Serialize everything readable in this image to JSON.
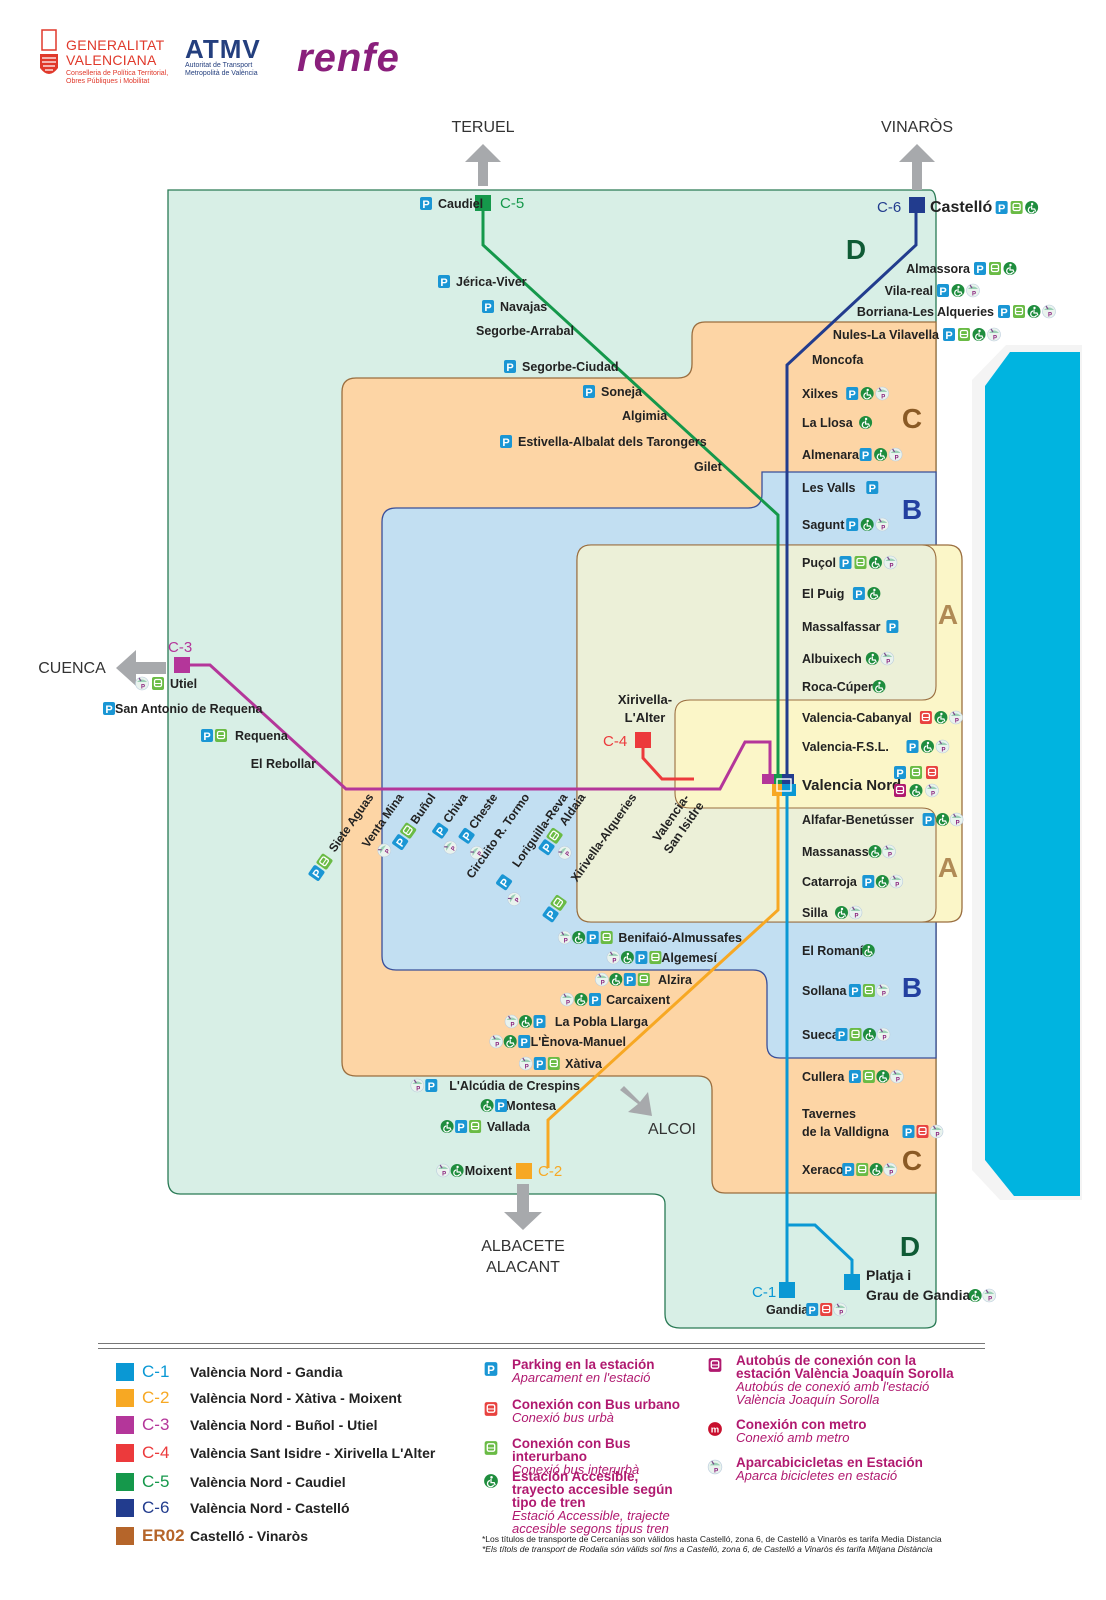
{
  "header": {
    "generalitat": {
      "title_line1": "GENERALITAT",
      "title_line2": "VALENCIANA",
      "sub": "Conselleria de Política Territorial, Obres Públiques i Mobilitat"
    },
    "atmv": {
      "title": "ATMV",
      "sub_line1": "Autoritat de Transport",
      "sub_line2": "Metropolità de València"
    },
    "renfe": {
      "title": "renfe"
    }
  },
  "destinations": {
    "teruel": "TERUEL",
    "vinaros": "VINARÒS",
    "cuenca": "CUENCA",
    "alcoi": "ALCOI",
    "albacete": "ALBACETE",
    "alacant": "ALACANT"
  },
  "zones": {
    "A": "A",
    "B": "B",
    "C": "C",
    "D": "D"
  },
  "lines": {
    "C1": {
      "code": "C-1",
      "color": "#0a98d4",
      "route": "València Nord - Gandia"
    },
    "C2": {
      "code": "C-2",
      "color": "#f7a823",
      "route": "València Nord - Xàtiva - Moixent"
    },
    "C3": {
      "code": "C-3",
      "color": "#b4369a",
      "route": "València Nord - Buñol - Utiel"
    },
    "C4": {
      "code": "C-4",
      "color": "#ec3a3c",
      "route": "València Sant Isidre - Xirivella L'Alter"
    },
    "C5": {
      "code": "C-5",
      "color": "#15984b",
      "route": "València Nord - Caudiel"
    },
    "C6": {
      "code": "C-6",
      "color": "#223c8e",
      "route": "València Nord - Castelló"
    },
    "ER02": {
      "code": "ER02",
      "color": "#b5652a",
      "route": "Castelló - Vinaròs"
    }
  },
  "stations": {
    "c5": [
      {
        "name": "Caudiel",
        "services": [
          "P"
        ]
      },
      {
        "name": "Jérica-Viver",
        "services": [
          "P"
        ]
      },
      {
        "name": "Navajas",
        "services": [
          "P"
        ]
      },
      {
        "name": "Segorbe-Arrabal",
        "services": []
      },
      {
        "name": "Segorbe-Ciudad",
        "services": [
          "P"
        ]
      },
      {
        "name": "Soneja",
        "services": [
          "P"
        ]
      },
      {
        "name": "Algimia",
        "services": []
      },
      {
        "name": "Estivella-Albalat dels Tarongers",
        "services": [
          "P"
        ]
      },
      {
        "name": "Gilet",
        "services": []
      }
    ],
    "c6": [
      {
        "name": "Castelló",
        "services": [
          "P",
          "BI",
          "ACC"
        ]
      },
      {
        "name": "Almassora",
        "services": [
          "P",
          "BI",
          "ACC"
        ]
      },
      {
        "name": "Vila-real",
        "services": [
          "P",
          "ACC",
          "BIKE"
        ]
      },
      {
        "name": "Borriana-Les Alqueries",
        "services": [
          "P",
          "BI",
          "ACC",
          "BIKE"
        ]
      },
      {
        "name": "Nules-La Vilavella",
        "services": [
          "P",
          "BI",
          "ACC",
          "BIKE"
        ]
      },
      {
        "name": "Moncofa",
        "services": []
      },
      {
        "name": "Xilxes",
        "services": [
          "P",
          "ACC",
          "BIKE"
        ]
      },
      {
        "name": "La Llosa",
        "services": [
          "ACC"
        ]
      },
      {
        "name": "Almenara",
        "services": [
          "P",
          "ACC",
          "BIKE"
        ]
      },
      {
        "name": "Les Valls",
        "services": [
          "P"
        ]
      },
      {
        "name": "Sagunt",
        "services": [
          "P",
          "ACC",
          "BIKE"
        ]
      },
      {
        "name": "Puçol",
        "services": [
          "P",
          "BI",
          "ACC",
          "BIKE"
        ]
      },
      {
        "name": "El Puig",
        "services": [
          "P",
          "ACC"
        ]
      },
      {
        "name": "Massalfassar",
        "services": [
          "P"
        ]
      },
      {
        "name": "Albuixech",
        "services": [
          "ACC",
          "BIKE"
        ]
      },
      {
        "name": "Roca-Cúper",
        "services": [
          "ACC"
        ]
      },
      {
        "name": "Valencia-Cabanyal",
        "services": [
          "BU",
          "ACC",
          "BIKE"
        ]
      },
      {
        "name": "Valencia-F.S.L.",
        "services": [
          "P",
          "ACC",
          "BIKE"
        ]
      }
    ],
    "valencia_nord": {
      "name": "Valencia Nord",
      "services": [
        "P",
        "BI",
        "BU",
        "BJS",
        "ACC",
        "BIKE"
      ]
    },
    "c1": [
      {
        "name": "Alfafar-Benetússer",
        "services": [
          "P",
          "ACC",
          "BIKE"
        ]
      },
      {
        "name": "Massanassa",
        "services": [
          "ACC",
          "BIKE"
        ]
      },
      {
        "name": "Catarroja",
        "services": [
          "P",
          "ACC",
          "BIKE"
        ]
      },
      {
        "name": "Silla",
        "services": [
          "ACC",
          "BIKE"
        ]
      },
      {
        "name": "El Romaní",
        "services": [
          "ACC"
        ]
      },
      {
        "name": "Sollana",
        "services": [
          "P",
          "BI",
          "BIKE"
        ]
      },
      {
        "name": "Sueca",
        "services": [
          "P",
          "BI",
          "ACC",
          "BIKE"
        ]
      },
      {
        "name": "Cullera",
        "services": [
          "P",
          "BI",
          "ACC",
          "BIKE"
        ]
      },
      {
        "name": "Tavernes de la Valldigna",
        "line1": "Tavernes",
        "line2": "de la Valldigna",
        "services": [
          "P",
          "BU",
          "BIKE"
        ]
      },
      {
        "name": "Xeraco",
        "services": [
          "P",
          "BI",
          "ACC",
          "BIKE"
        ]
      },
      {
        "name": "Platja i Grau de Gandia",
        "line1": "Platja i",
        "line2": "Grau de Gandia",
        "services": [
          "ACC",
          "BIKE"
        ]
      },
      {
        "name": "Gandia",
        "services": [
          "P",
          "BU",
          "BIKE"
        ]
      }
    ],
    "c2": [
      {
        "name": "Benifaió-Almussafes",
        "services": [
          "BIKE",
          "ACC",
          "P",
          "BI"
        ]
      },
      {
        "name": "Algemesí",
        "services": [
          "BIKE",
          "ACC",
          "P",
          "BI"
        ]
      },
      {
        "name": "Alzira",
        "services": [
          "BIKE",
          "ACC",
          "P",
          "BI"
        ]
      },
      {
        "name": "Carcaixent",
        "services": [
          "BIKE",
          "ACC",
          "P"
        ]
      },
      {
        "name": "La Pobla Llarga",
        "services": [
          "BIKE",
          "ACC",
          "P"
        ]
      },
      {
        "name": "L'Ènova-Manuel",
        "services": [
          "BIKE",
          "ACC",
          "P"
        ]
      },
      {
        "name": "Xàtiva",
        "services": [
          "BIKE",
          "P",
          "BI"
        ]
      },
      {
        "name": "L'Alcúdia de Crespins",
        "services": [
          "BIKE",
          "P"
        ]
      },
      {
        "name": "Montesa",
        "services": [
          "ACC",
          "P"
        ]
      },
      {
        "name": "Vallada",
        "services": [
          "ACC",
          "P",
          "BI"
        ]
      },
      {
        "name": "Moixent",
        "services": [
          "BIKE",
          "ACC"
        ]
      }
    ],
    "c3": [
      {
        "name": "Utiel",
        "services": [
          "BIKE",
          "BI"
        ]
      },
      {
        "name": "San Antonio de Requena",
        "services": [
          "P"
        ]
      },
      {
        "name": "Requena",
        "services": [
          "P",
          "BI"
        ]
      },
      {
        "name": "El Rebollar",
        "services": []
      },
      {
        "name": "Siete Aguas",
        "services": [
          "P",
          "BI"
        ]
      },
      {
        "name": "Venta Mina",
        "services": [
          "BIKE"
        ]
      },
      {
        "name": "Buñol",
        "services": [
          "P",
          "BI"
        ]
      },
      {
        "name": "Chiva",
        "services": [
          "P",
          "BIKE"
        ]
      },
      {
        "name": "Cheste",
        "services": [
          "P",
          "BIKE"
        ]
      },
      {
        "name": "Circuito R. Tormo",
        "services": []
      },
      {
        "name": "Loriguilla-Reva",
        "services": [
          "P",
          "BIKE"
        ]
      },
      {
        "name": "Aldaia",
        "services": [
          "P",
          "BI",
          "BIKE"
        ]
      },
      {
        "name": "Xirivella-Alqueries",
        "services": [
          "P",
          "BI"
        ]
      },
      {
        "name": "Valencia-San Isidre",
        "line1": "Valencia-",
        "line2": "San Isidre",
        "services": []
      }
    ],
    "c4": [
      {
        "name": "Xirivella-L'Alter",
        "line1": "Xirivella-",
        "line2": "L'Alter",
        "services": []
      }
    ]
  },
  "legend_services": [
    {
      "icon": "P",
      "title": "Parking en la estación",
      "subtitle": "Aparcament en l'estació",
      "color": "#1a96d4"
    },
    {
      "icon": "BU",
      "title": "Conexión con Bus urbano",
      "subtitle": "Conexió bus urbà",
      "color": "#e8423f"
    },
    {
      "icon": "BI",
      "title": "Conexión con Bus interurbano",
      "subtitle": "Conexió bus interurbà",
      "color": "#6abb45"
    },
    {
      "icon": "ACC",
      "title": "Estación Accesible, trayecto accesible según tipo de tren",
      "subtitle": "Estació Accessible, trajecte accesible segons tipus tren",
      "color": "#1f8d3e"
    },
    {
      "icon": "BJS",
      "title": "Autobús de conexión con la estación València Joaquín Sorolla",
      "subtitle": "Autobús de conexió amb l'estació València Joaquín Sorolla",
      "color": "#b0196f"
    },
    {
      "icon": "M",
      "title": "Conexión con metro",
      "subtitle": "Conexió amb metro",
      "color": "#c8102e"
    },
    {
      "icon": "BIKE",
      "title": "Aparcabicicletas en Estación",
      "subtitle": "Aparca bicicletes en estació",
      "color": "#9bd0b5"
    }
  ],
  "footnote": {
    "line1": "*Los títulos de transporte de Cercanías son válidos hasta Castelló, zona 6, de Castelló a Vinaròs es tarifa Media Distancia",
    "line2": "*Els títols de transport de Rodalia són vàlids sol fins a Castelló, zona 6, de Castelló a Vinaròs és tarifa Mitjana Distància"
  }
}
